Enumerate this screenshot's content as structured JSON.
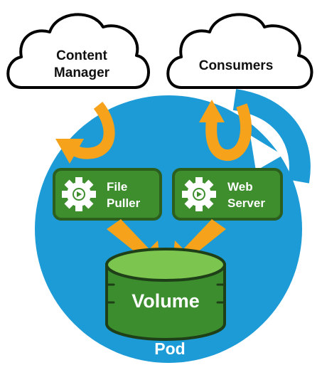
{
  "clouds": {
    "content_manager": {
      "line1": "Content",
      "line2": "Manager"
    },
    "consumers": {
      "label": "Consumers"
    }
  },
  "containers": {
    "file_puller": {
      "line1": "File",
      "line2": "Puller"
    },
    "web_server": {
      "line1": "Web",
      "line2": "Server"
    }
  },
  "volume": {
    "label": "Volume"
  },
  "pod": {
    "label": "Pod"
  },
  "colors": {
    "pod_blue": "#1C9BD7",
    "container_green": "#3E8E2E",
    "container_border": "#2C5E1E",
    "arrow_orange": "#F7A21B",
    "volume_green": "#3B8D2D",
    "volume_top": "#7CC54F"
  }
}
